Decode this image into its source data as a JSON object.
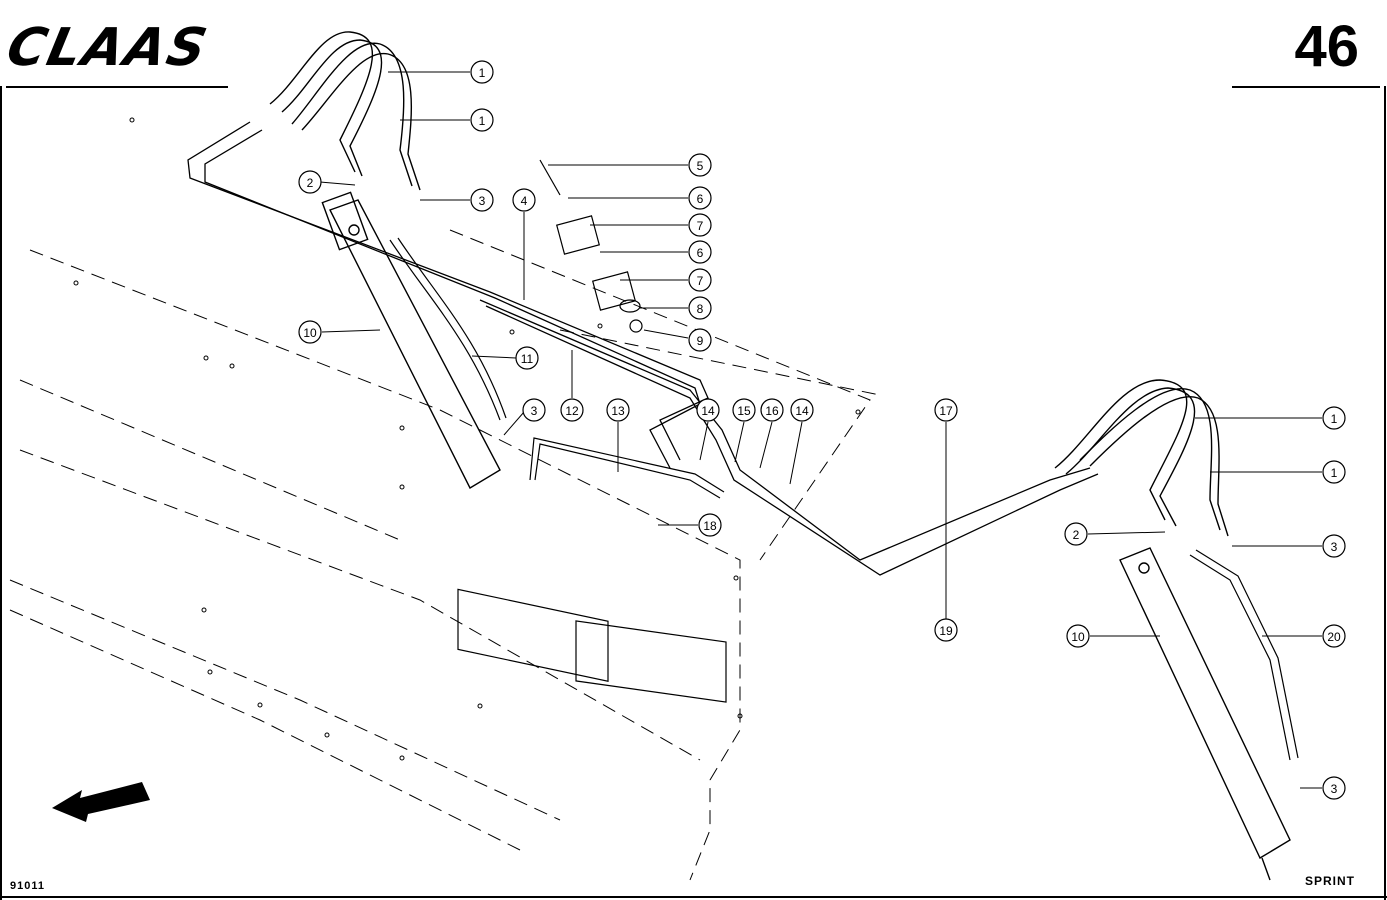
{
  "header": {
    "brand": "CLAAS",
    "page_number": "46"
  },
  "footer": {
    "drawing_number": "91011",
    "model": "SPRINT"
  },
  "callouts": [
    {
      "id": "c-1a",
      "label": "1"
    },
    {
      "id": "c-1b",
      "label": "1"
    },
    {
      "id": "c-2a",
      "label": "2"
    },
    {
      "id": "c-3a",
      "label": "3"
    },
    {
      "id": "c-4",
      "label": "4"
    },
    {
      "id": "c-5",
      "label": "5"
    },
    {
      "id": "c-6a",
      "label": "6"
    },
    {
      "id": "c-7a",
      "label": "7"
    },
    {
      "id": "c-6b",
      "label": "6"
    },
    {
      "id": "c-7b",
      "label": "7"
    },
    {
      "id": "c-8",
      "label": "8"
    },
    {
      "id": "c-9",
      "label": "9"
    },
    {
      "id": "c-10a",
      "label": "10"
    },
    {
      "id": "c-11",
      "label": "11"
    },
    {
      "id": "c-3b",
      "label": "3"
    },
    {
      "id": "c-12",
      "label": "12"
    },
    {
      "id": "c-13",
      "label": "13"
    },
    {
      "id": "c-14a",
      "label": "14"
    },
    {
      "id": "c-15",
      "label": "15"
    },
    {
      "id": "c-16",
      "label": "16"
    },
    {
      "id": "c-14b",
      "label": "14"
    },
    {
      "id": "c-17",
      "label": "17"
    },
    {
      "id": "c-18",
      "label": "18"
    },
    {
      "id": "c-19",
      "label": "19"
    },
    {
      "id": "c-1c",
      "label": "1"
    },
    {
      "id": "c-1d",
      "label": "1"
    },
    {
      "id": "c-2b",
      "label": "2"
    },
    {
      "id": "c-3c",
      "label": "3"
    },
    {
      "id": "c-10b",
      "label": "10"
    },
    {
      "id": "c-20",
      "label": "20"
    },
    {
      "id": "c-3d",
      "label": "3"
    }
  ]
}
